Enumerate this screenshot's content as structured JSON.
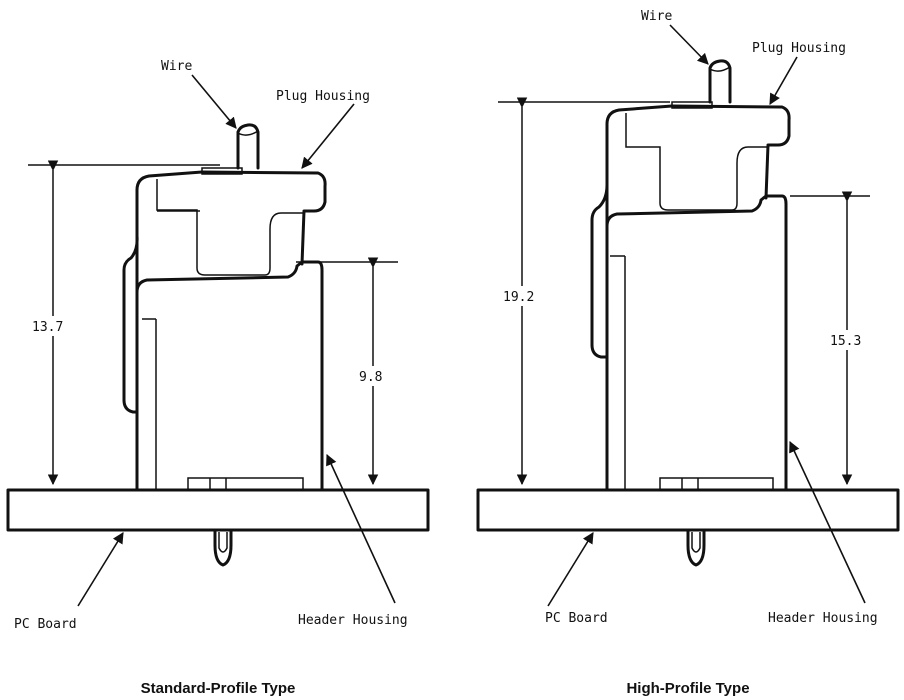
{
  "standard": {
    "caption": "Standard-Profile Type",
    "labels": {
      "wire": "Wire",
      "plug_housing": "Plug Housing",
      "pc_board": "PC Board",
      "header_housing": "Header Housing"
    },
    "dimensions": {
      "total_height": "13.7",
      "header_height": "9.8"
    }
  },
  "high": {
    "caption": "High-Profile Type",
    "labels": {
      "wire": "Wire",
      "plug_housing": "Plug Housing",
      "pc_board": "PC Board",
      "header_housing": "Header Housing"
    },
    "dimensions": {
      "total_height": "19.2",
      "header_height": "15.3"
    }
  },
  "colors": {
    "ink": "#111111",
    "background": "#ffffff"
  }
}
